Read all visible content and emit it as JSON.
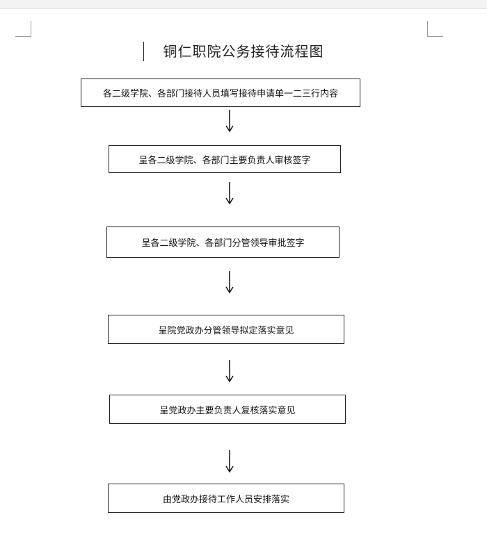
{
  "title": "铜仁职院公务接待流程图",
  "steps": [
    "各二级学院、各部门接待人员填写接待申请单一二三行内容",
    "呈各二级学院、各部门主要负责人审核签字",
    "呈各二级学院、各部门分管领导审批签字",
    "呈院党政办分管领导拟定落实意见",
    "呈党政办主要负责人复核落实意见",
    "由党政办接待工作人员安排落实"
  ]
}
